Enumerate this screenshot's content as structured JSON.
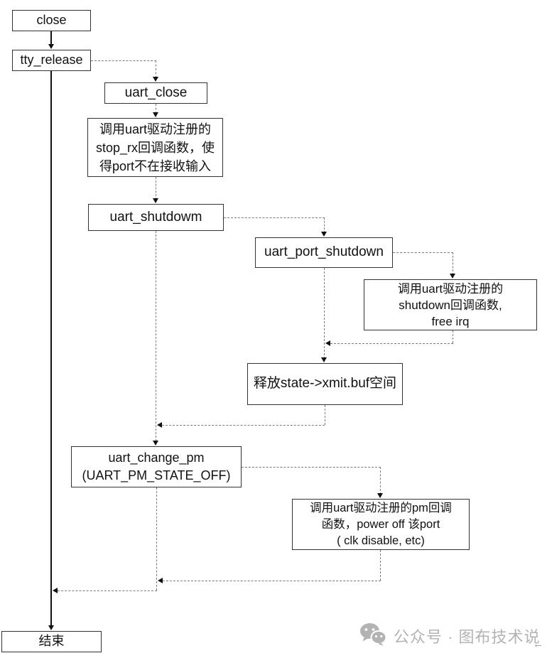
{
  "nodes": {
    "close": "close",
    "tty_release": "tty_release",
    "uart_close": "uart_close",
    "stop_rx_note": "调用uart驱动注册的\nstop_rx回调函数，使\n得port不在接收输入",
    "uart_shutdowm": "uart_shutdowm",
    "uart_port_shutdown": "uart_port_shutdown",
    "shutdown_note": "调用uart驱动注册的\nshutdown回调函数,\nfree irq",
    "xmit_free": "释放state->xmit.buf空间",
    "uart_change_pm": "uart_change_pm\n(UART_PM_STATE_OFF)",
    "pm_note": "调用uart驱动注册的pm回调\n函数，power off 该port\n( clk disable, etc)",
    "end": "结束"
  },
  "watermark": {
    "label": "公众号 · 图布技术说",
    "icon": "wechat-official-account-logo"
  },
  "corner_glyph": "←",
  "colors": {
    "box_border": "#333333",
    "box_fill": "#ffffff",
    "solid_line": "#111111",
    "dashed_line": "#7b7b7b",
    "watermark": "#b3b3b3"
  }
}
